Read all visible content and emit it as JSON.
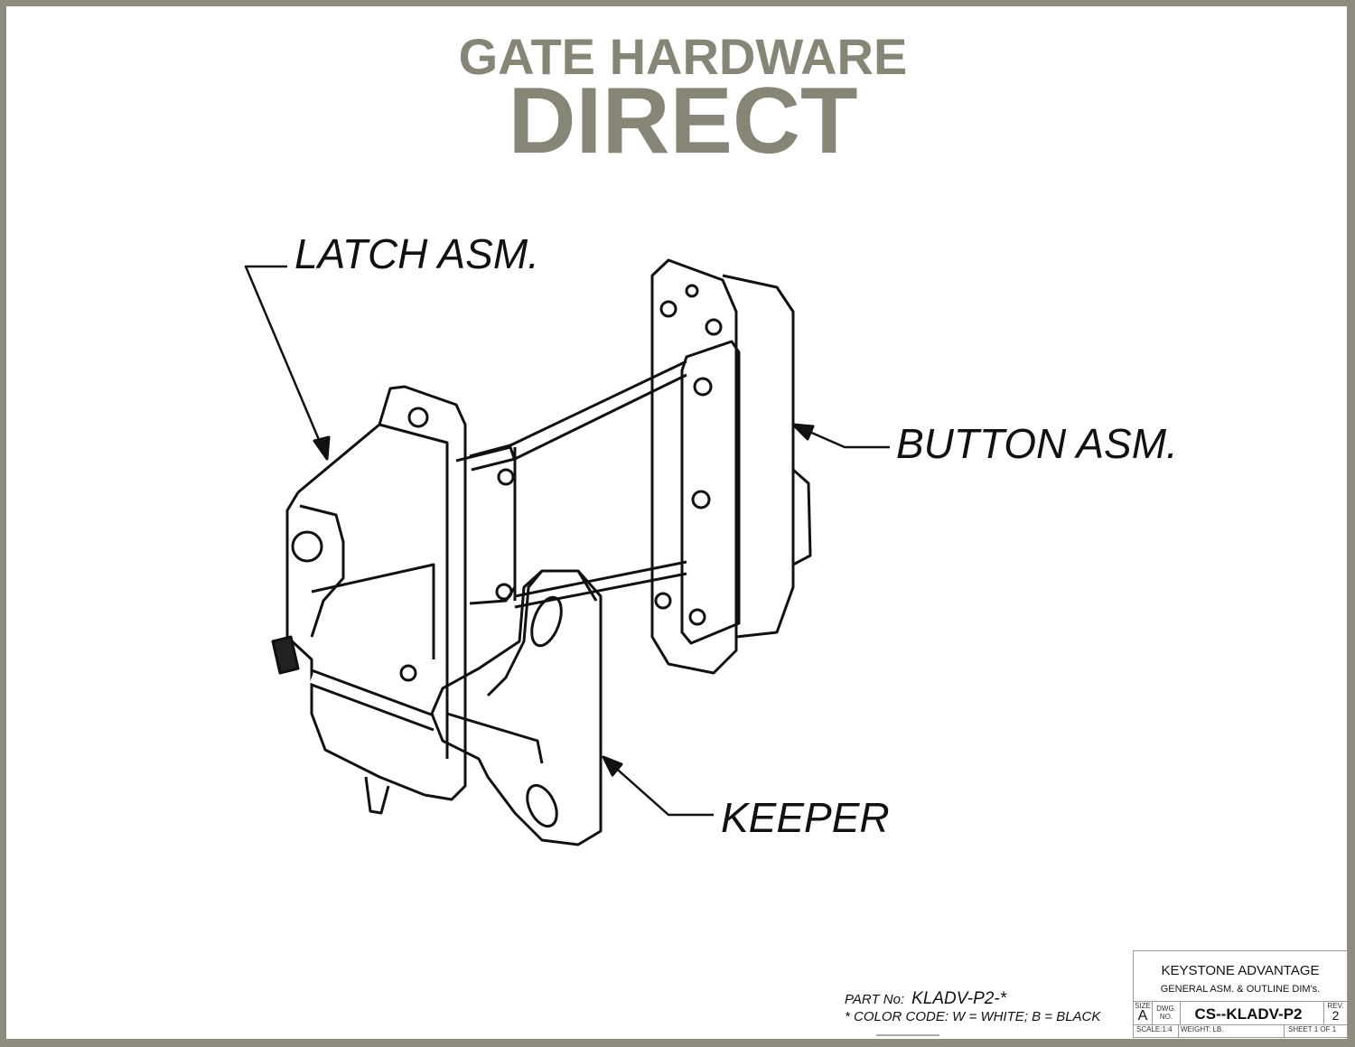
{
  "brand": {
    "line1": "GATE HARDWARE",
    "line2": "DIRECT",
    "color": "#878676"
  },
  "callouts": {
    "latch": "LATCH ASM.",
    "button": "BUTTON ASM.",
    "keeper": "KEEPER"
  },
  "part": {
    "label": "PART No:",
    "number": "KLADV-P2-*",
    "color_code": "* COLOR CODE:  W = WHITE;  B = BLACK"
  },
  "title_block": {
    "company": "KEYSTONE ADVANTAGE",
    "title": "GENERAL ASM. & OUTLINE DIM's.",
    "size_label": "SIZE",
    "size": "A",
    "dwg_label": "DWG. NO.",
    "dwg_no": "CS--KLADV-P2",
    "rev_label": "REV.",
    "rev": "2",
    "scale": "SCALE:1:4",
    "weight": "WEIGHT:  LB.",
    "sheet": "SHEET 1 OF 1"
  },
  "border_color": "#8e8c7f"
}
